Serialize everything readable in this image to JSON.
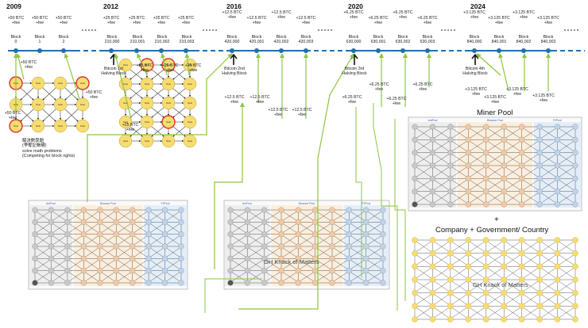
{
  "years": [
    "2009",
    "2012",
    "2016",
    "2020",
    "2024"
  ],
  "rewards": {
    "r50": "+50 BTC\n+fee",
    "r25": "+25 BTC\n+fee",
    "r12": "+12.5 BTC\n+fee",
    "r6": "+6.25 BTC\n+fee",
    "r3": "+3.125 BTC\n+fee"
  },
  "blocks": {
    "b0": "Block\n0",
    "b1": "Block\n1",
    "b2": "Block\n2",
    "b210000": "Block\n210,000",
    "b210001": "Block\n210,001",
    "b210002": "Block\n210,002",
    "b210003": "Block\n210,003",
    "b420000": "Block\n420,000",
    "b420001": "Block\n420,001",
    "b420002": "Block\n420,002",
    "b420003": "Block\n420,003",
    "b630000": "Block\n630,000",
    "b630001": "Block\n630,001",
    "b630002": "Block\n630,002",
    "b630003": "Block\n630,003",
    "b840000": "Block\n840,000",
    "b840001": "Block\n840,001",
    "b840002": "Block\n840,002",
    "b840003": "Block\n840,003"
  },
  "halvings": {
    "h1": "Bitcoin 1st\nHalving Block",
    "h2": "Bitcoin 2nd\nHalving Block",
    "h3": "Bitcoin 3rd\nHalving Block",
    "h4": "Bitcoin 4th\nHalving Block"
  },
  "solve_note": "解決數學題\n(爭奪記帳權)\nsolve math problems\n(Competing for block rights)",
  "miner_pool_title": "Miner Pool",
  "plus": "+",
  "company_title": "Company + Government/ Country",
  "pool_labels": {
    "ant": "AntPool",
    "binance": "Binance Pool",
    "f2": "F2Pool"
  },
  "knack": "GH Knack of Matters",
  "node_label": "Node\nMiner",
  "colors": {
    "timeline": "#1f6fb3",
    "arrow": "#8cc63f",
    "node_yellow": "#f7dc6f",
    "node_orange": "#f5c8a0",
    "node_gray": "#c8c8c8",
    "node_blue": "#bcd4ee",
    "highlight": "#d33"
  }
}
